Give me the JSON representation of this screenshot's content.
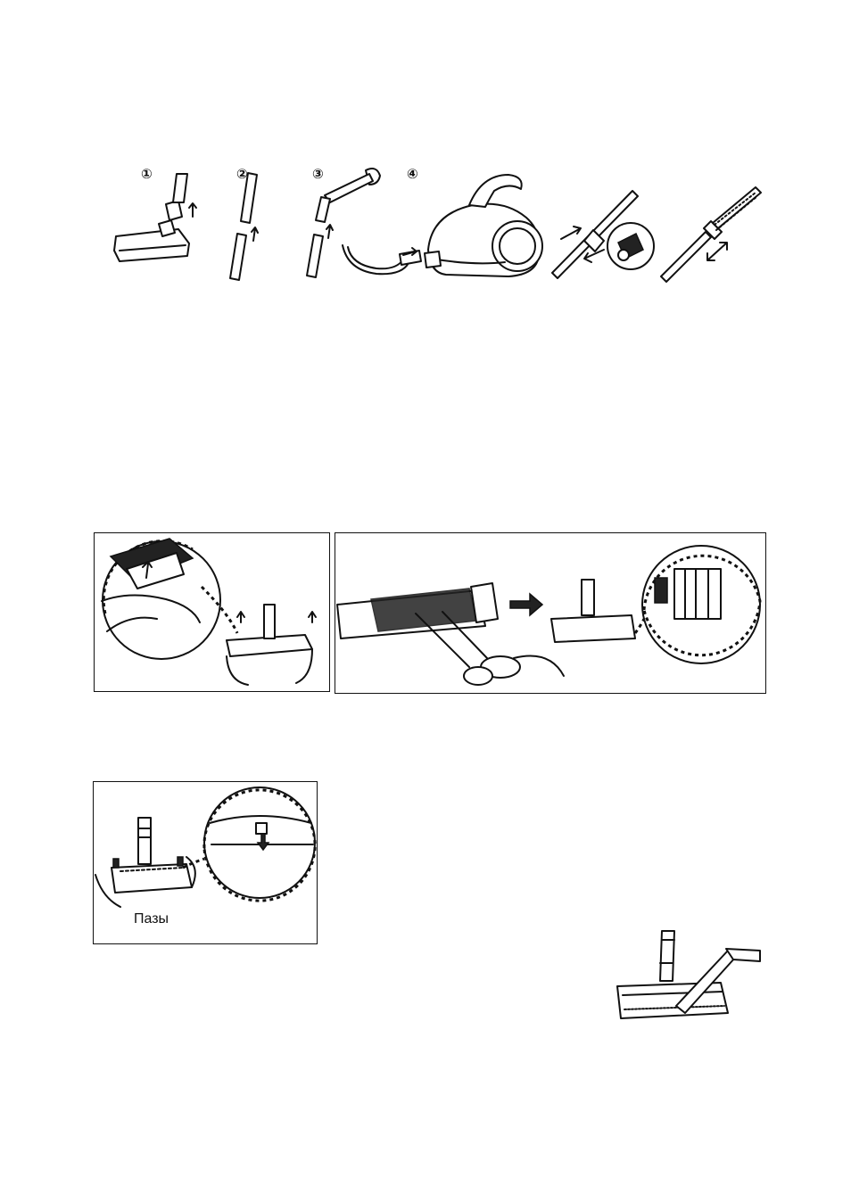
{
  "assembly": {
    "steps": [
      "①",
      "②",
      "③",
      "④"
    ]
  },
  "nozzle_panel": {
    "label": "Пазы"
  }
}
